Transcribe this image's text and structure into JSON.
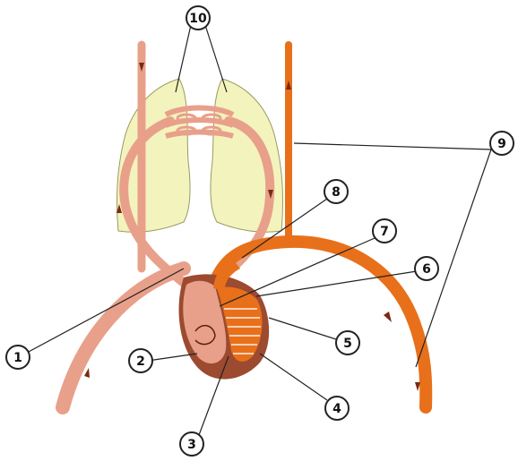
{
  "labels": {
    "l1": "1",
    "l2": "2",
    "l3": "3",
    "l4": "4",
    "l5": "5",
    "l6": "6",
    "l7": "7",
    "l8": "8",
    "l9": "9",
    "l10": "10"
  },
  "colors": {
    "deoxygenated_vessel": "#E8A08A",
    "oxygenated_vessel": "#E8701A",
    "lung_fill": "#F3F3BE",
    "heart_muscle": "#9C4A30",
    "pointer": "#222222"
  }
}
